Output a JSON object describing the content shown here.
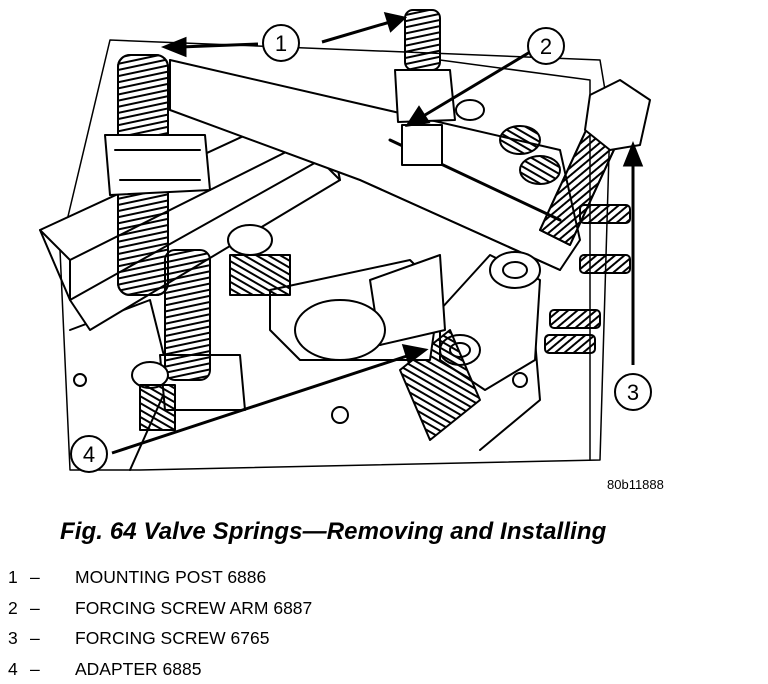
{
  "figure": {
    "code": "80b11888",
    "callouts": [
      "1",
      "2",
      "3",
      "4"
    ]
  },
  "caption": "Fig. 64 Valve Springs—Removing and Installing",
  "legend": [
    {
      "num": "1",
      "dash": "–",
      "text": "MOUNTING POST 6886"
    },
    {
      "num": "2",
      "dash": "–",
      "text": "FORCING SCREW ARM 6887"
    },
    {
      "num": "3",
      "dash": "–",
      "text": "FORCING SCREW 6765"
    },
    {
      "num": "4",
      "dash": "–",
      "text": "ADAPTER 6885"
    }
  ]
}
